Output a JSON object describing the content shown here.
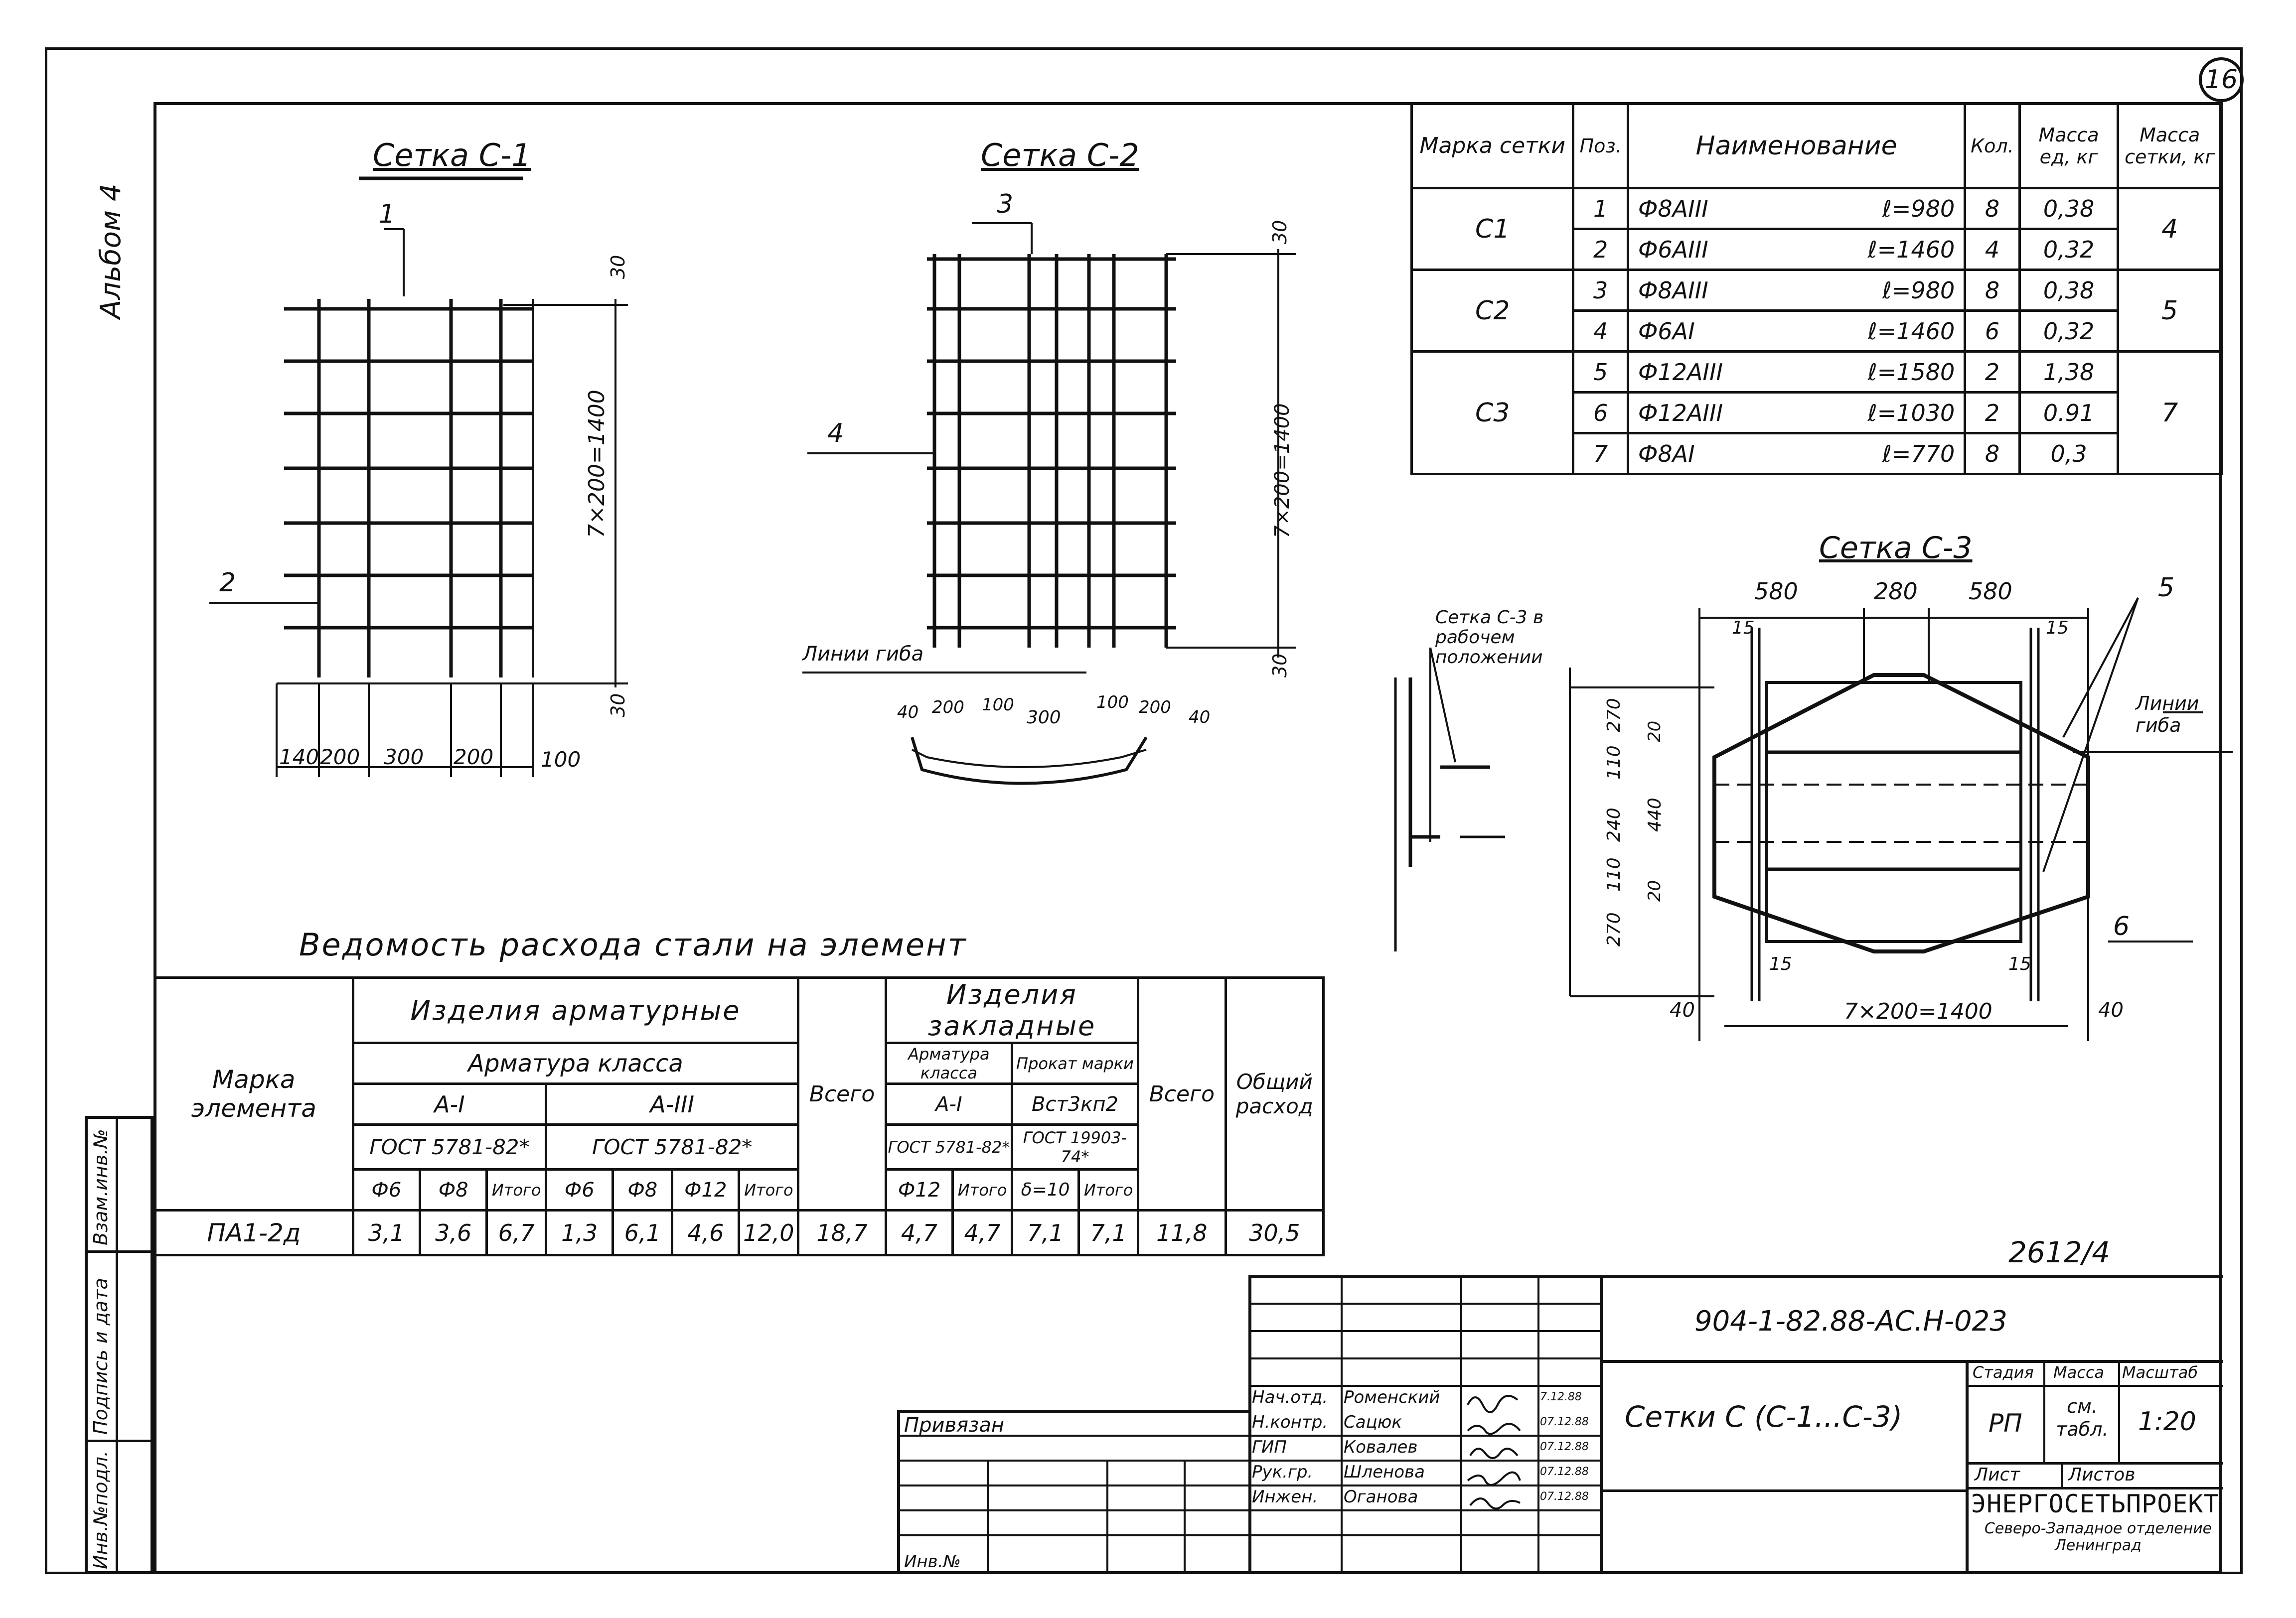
{
  "page_number": "16",
  "album_label": "Альбом 4",
  "side_stamps": [
    "Инв.№подл.",
    "Подпись и дата",
    "Взам.инв.№"
  ],
  "mesh_c1": {
    "title": "Сетка С-1",
    "pos_a": "1",
    "pos_b": "2",
    "dim_top": "30",
    "dim_height": "7×200=1400",
    "dim_bottom": "30",
    "bottom_dims": [
      "140",
      "200",
      "300",
      "200",
      "100"
    ]
  },
  "mesh_c2": {
    "title": "Сетка С-2",
    "pos_a": "3",
    "pos_b": "4",
    "dim_top": "30",
    "dim_height": "7×200=1400",
    "dim_bottom": "30",
    "bend_label": "Линии гиба",
    "arc_dims": [
      "40",
      "200",
      "100",
      "300",
      "100",
      "200",
      "40"
    ]
  },
  "mesh_c3": {
    "title": "Сетка С-3",
    "top_dims": [
      "580",
      "280",
      "580"
    ],
    "pos_a": "5",
    "pos_b": "6",
    "fifteen": "15",
    "left_dims": [
      "270",
      "110",
      "240",
      "110",
      "270"
    ],
    "inner_dims": [
      "20",
      "440",
      "20"
    ],
    "bend_label": "Линии гиба",
    "bottom_dims": [
      "40",
      "7×200=1400",
      "40"
    ],
    "working_label": "Сетка С-3 в рабочем положении"
  },
  "spec_table": {
    "headers": [
      "Марка сетки",
      "Поз.",
      "Наименование",
      "Кол.",
      "Масса ед, кг",
      "Масса сетки, кг"
    ],
    "groups": [
      {
        "mark": "С1",
        "mass": "4",
        "rows": [
          {
            "pos": "1",
            "name": "Ф8АIII",
            "len": "ℓ=980",
            "qty": "8",
            "unit": "0,38"
          },
          {
            "pos": "2",
            "name": "Ф6АIII",
            "len": "ℓ=1460",
            "qty": "4",
            "unit": "0,32"
          }
        ]
      },
      {
        "mark": "С2",
        "mass": "5",
        "rows": [
          {
            "pos": "3",
            "name": "Ф8АIII",
            "len": "ℓ=980",
            "qty": "8",
            "unit": "0,38"
          },
          {
            "pos": "4",
            "name": "Ф6АI",
            "len": "ℓ=1460",
            "qty": "6",
            "unit": "0,32"
          }
        ]
      },
      {
        "mark": "С3",
        "mass": "7",
        "rows": [
          {
            "pos": "5",
            "name": "Ф12АIII",
            "len": "ℓ=1580",
            "qty": "2",
            "unit": "1,38"
          },
          {
            "pos": "6",
            "name": "Ф12АIII",
            "len": "ℓ=1030",
            "qty": "2",
            "unit": "0.91"
          },
          {
            "pos": "7",
            "name": "Ф8АI",
            "len": "ℓ=770",
            "qty": "8",
            "unit": "0,3"
          }
        ]
      }
    ]
  },
  "steel_table": {
    "title": "Ведомость расхода стали на элемент",
    "h_mark": "Марка элемента",
    "h_arm": "Изделия арматурные",
    "h_arm_class": "Арматура класса",
    "h_a1": "А-I",
    "h_a3": "А-III",
    "h_gost_a1": "ГОСТ 5781-82*",
    "h_gost_a3": "ГОСТ 5781-82*",
    "h_total": "Всего",
    "h_emb": "Изделия закладные",
    "h_emb_arm": "Арматура класса",
    "h_emb_prokat": "Прокат марки",
    "h_emb_a1": "А-I",
    "h_emb_vst": "Вст3кп2",
    "h_emb_gost1": "ГОСТ 5781-82*",
    "h_emb_gost2": "ГОСТ 19903-74*",
    "h_emb_total": "Всего",
    "h_grand": "Общий расход",
    "sub": [
      "Ф6",
      "Ф8",
      "Итого",
      "Ф6",
      "Ф8",
      "Ф12",
      "Итого",
      "Ф12",
      "Итого",
      "δ=10",
      "Итого"
    ],
    "row": {
      "mark": "ПА1-2д",
      "vals": [
        "3,1",
        "3,6",
        "6,7",
        "1,3",
        "6,1",
        "4,6",
        "12,0",
        "18,7",
        "4,7",
        "4,7",
        "7,1",
        "7,1",
        "11,8",
        "30,5"
      ]
    }
  },
  "doc_number": "2612/4",
  "title_block": {
    "code": "904-1-82.88-АС.Н-023",
    "name": "Сетки С (С-1...С-3)",
    "privyazan": "Привязан",
    "inv": "Инв.№",
    "people": [
      {
        "role": "Нач.отд.",
        "name": "Роменский",
        "date": "7.12.88"
      },
      {
        "role": "Н.контр.",
        "name": "Сацюк",
        "date": "07.12.88"
      },
      {
        "role": "ГИП",
        "name": "Ковалев",
        "date": "07.12.88"
      },
      {
        "role": "Рук.гр.",
        "name": "Шленова",
        "date": "07.12.88"
      },
      {
        "role": "Инжен.",
        "name": "Оганова",
        "date": "07.12.88"
      }
    ],
    "stadia_h": "Стадия",
    "massa_h": "Масса",
    "scale_h": "Масштаб",
    "stadia": "РП",
    "massa": "см. табл.",
    "scale": "1:20",
    "list_h": "Лист",
    "listov_h": "Листов",
    "org": "ЭНЕРГОСЕТЬПРОЕКТ",
    "org_sub": "Северо-Западное отделение Ленинград"
  }
}
